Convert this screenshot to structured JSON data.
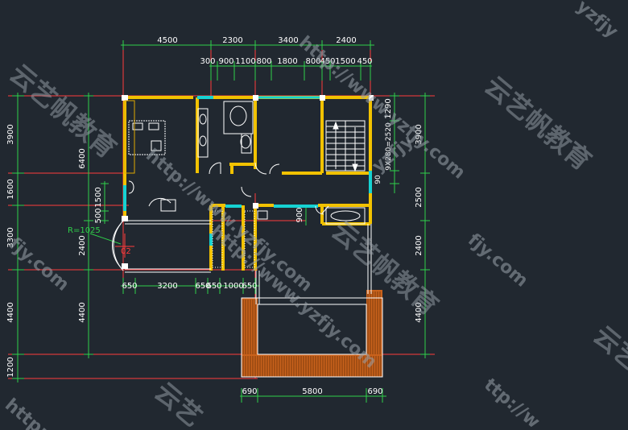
{
  "dims": {
    "top_major": [
      "4500",
      "2300",
      "3400",
      "2400"
    ],
    "top_minor": [
      "300",
      "900",
      "1100",
      "800",
      "1800",
      "800",
      "450",
      "1500",
      "450"
    ],
    "left_outer": [
      "3900",
      "1600",
      "3300",
      "4400",
      "1200"
    ],
    "left_inner": [
      "6400",
      "2400",
      "4400"
    ],
    "left_small": [
      "1500",
      "500"
    ],
    "right_outer": [
      "3900",
      "2500",
      "2400",
      "4400"
    ],
    "right_inner": [
      "1290",
      "9X280=2520",
      "90"
    ],
    "mid_bottom": [
      "650",
      "3200",
      "650",
      "650",
      "1000",
      "650"
    ],
    "bottom": [
      "690",
      "5800",
      "690"
    ],
    "interior": [
      "900"
    ]
  },
  "labels": {
    "radius": "R=1025",
    "marker": "02"
  },
  "watermarks": {
    "url": "http://www.yzfjy.com",
    "brand": "云艺帆教育",
    "url_short": "yzfjy",
    "url_com": "fjy.com",
    "url_tail": "ttp://w",
    "url_pre": "http://",
    "brand_short": "云艺"
  },
  "colors": {
    "background": "#212830",
    "wall": "#f2c200",
    "wall_alt": "#e0a800",
    "window": "#16d2d2",
    "dimension": "#2fd04a",
    "axis": "#ff3b3b",
    "deck": "#c9621c",
    "furniture": "#ffffff"
  }
}
